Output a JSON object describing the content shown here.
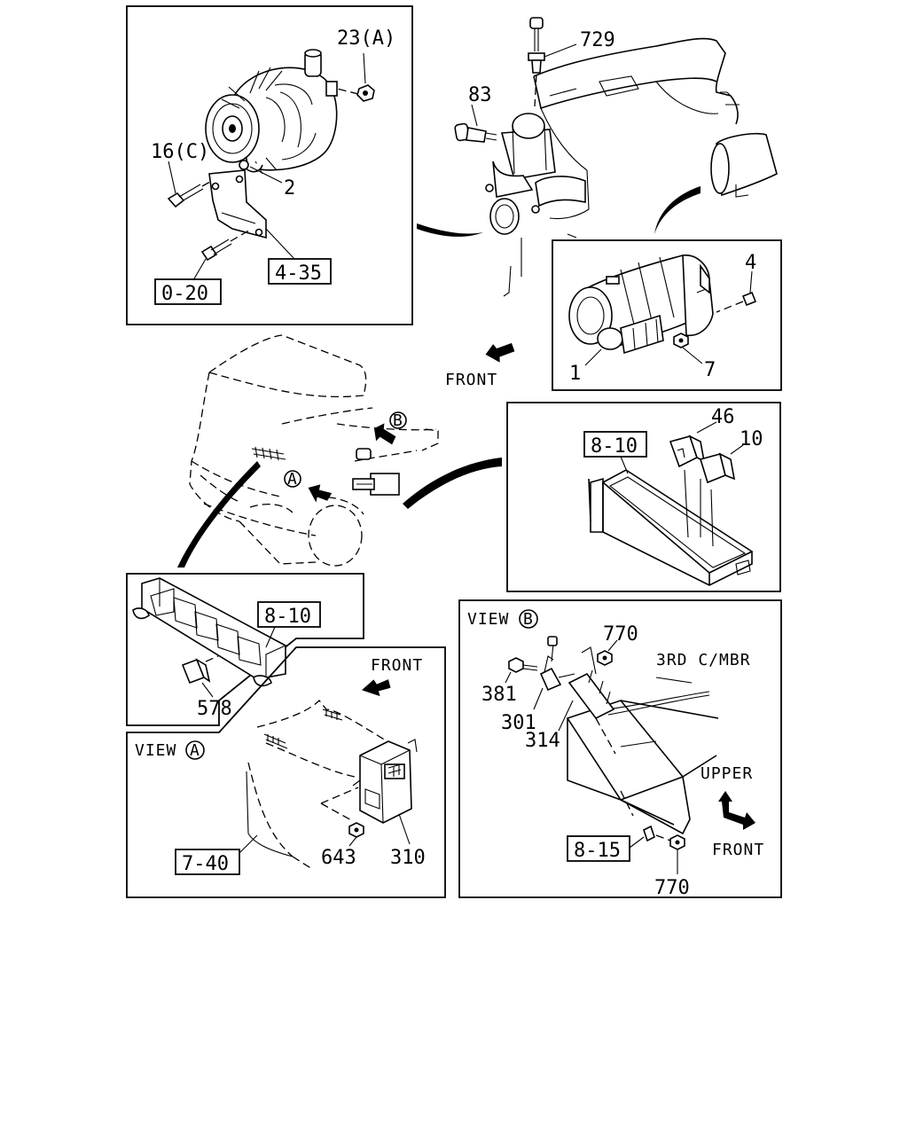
{
  "callouts": {
    "c23a": "23(A)",
    "c16c": "16(C)",
    "c2": "2",
    "c435": "4-35",
    "c020": "0-20",
    "c729": "729",
    "c83": "83",
    "c4": "4",
    "c1": "1",
    "c7": "7",
    "c46": "46",
    "c10": "10",
    "c810_relay": "8-10",
    "c810_block": "8-10",
    "c578": "578",
    "c770_top": "770",
    "c381": "381",
    "c301": "301",
    "c314": "314",
    "c815": "8-15",
    "c770_bot": "770",
    "c643": "643",
    "c310": "310",
    "c740": "7-40"
  },
  "text": {
    "front_main": "FRONT",
    "front_view_a": "FRONT",
    "front_view_b": "FRONT",
    "upper": "UPPER",
    "third_member": "3RD C/MBR",
    "view_a_word": "VIEW",
    "view_b_word": "VIEW",
    "marker_a": "A",
    "marker_b": "B"
  }
}
